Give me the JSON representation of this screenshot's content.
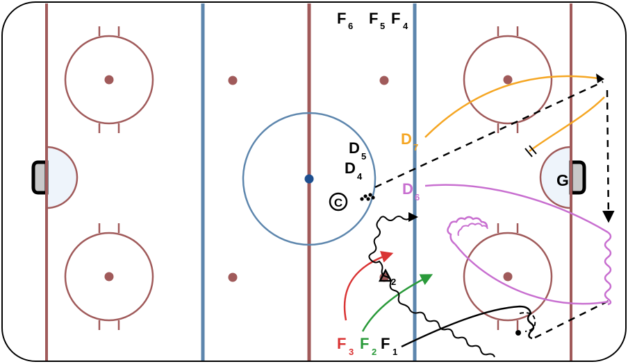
{
  "colors": {
    "board": "#000000",
    "red_line": "#a05a5a",
    "blue_line": "#5d86ad",
    "faceoff": "#a05a5a",
    "crease_fill": "#eef4fb",
    "net_fill": "#c8c8c8",
    "center_dot": "#1d4f8f",
    "orange": "#f5a623",
    "magenta": "#c86fd0",
    "red": "#d93333",
    "green": "#2a9a3a",
    "black": "#000000"
  },
  "players": {
    "F6": {
      "letter": "F",
      "num": "6",
      "color": "#000000"
    },
    "F5": {
      "letter": "F",
      "num": "5",
      "color": "#000000"
    },
    "F4": {
      "letter": "F",
      "num": "4",
      "color": "#000000"
    },
    "D5": {
      "letter": "D",
      "num": "5",
      "color": "#000000"
    },
    "D4": {
      "letter": "D",
      "num": "4",
      "color": "#000000"
    },
    "D7": {
      "letter": "D",
      "num": "7",
      "color": "#f5a623"
    },
    "D6": {
      "letter": "D",
      "num": "6",
      "color": "#c86fd0"
    },
    "F3": {
      "letter": "F",
      "num": "3",
      "color": "#d93333"
    },
    "F2": {
      "letter": "F",
      "num": "2",
      "color": "#2a9a3a"
    },
    "F1": {
      "letter": "F",
      "num": "1",
      "color": "#000000"
    },
    "X2": {
      "letter": "",
      "num": "2",
      "color": "#000000"
    }
  },
  "coach_symbol": "C",
  "goalie": "G"
}
